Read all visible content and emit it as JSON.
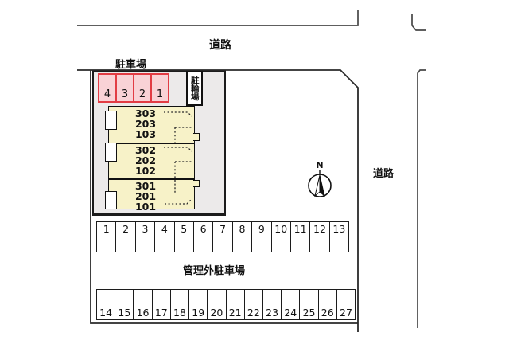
{
  "labels": {
    "road_top": "道路",
    "road_right": "道路",
    "parking_lot": "駐車場",
    "bicycle_parking": "駐輪場",
    "outside_parking": "管理外駐車場",
    "compass_north": "N"
  },
  "parking_stalls": [
    "4",
    "3",
    "2",
    "1"
  ],
  "building": {
    "units": [
      {
        "rooms": [
          "303",
          "203",
          "103"
        ]
      },
      {
        "rooms": [
          "302",
          "202",
          "102"
        ]
      },
      {
        "rooms": [
          "301",
          "201",
          "101"
        ]
      }
    ]
  },
  "outside_rows": {
    "row1": [
      "1",
      "2",
      "3",
      "4",
      "5",
      "6",
      "7",
      "8",
      "9",
      "10",
      "11",
      "12",
      "13"
    ],
    "row2": [
      "14",
      "15",
      "16",
      "17",
      "18",
      "19",
      "20",
      "21",
      "22",
      "23",
      "24",
      "25",
      "26",
      "27"
    ]
  },
  "colors": {
    "stall_fill": "#f9d2d6",
    "stall_border": "#e23c44",
    "building_fill": "#f7f2c8",
    "lot_fill": "#eceaea",
    "line": "#333333"
  }
}
